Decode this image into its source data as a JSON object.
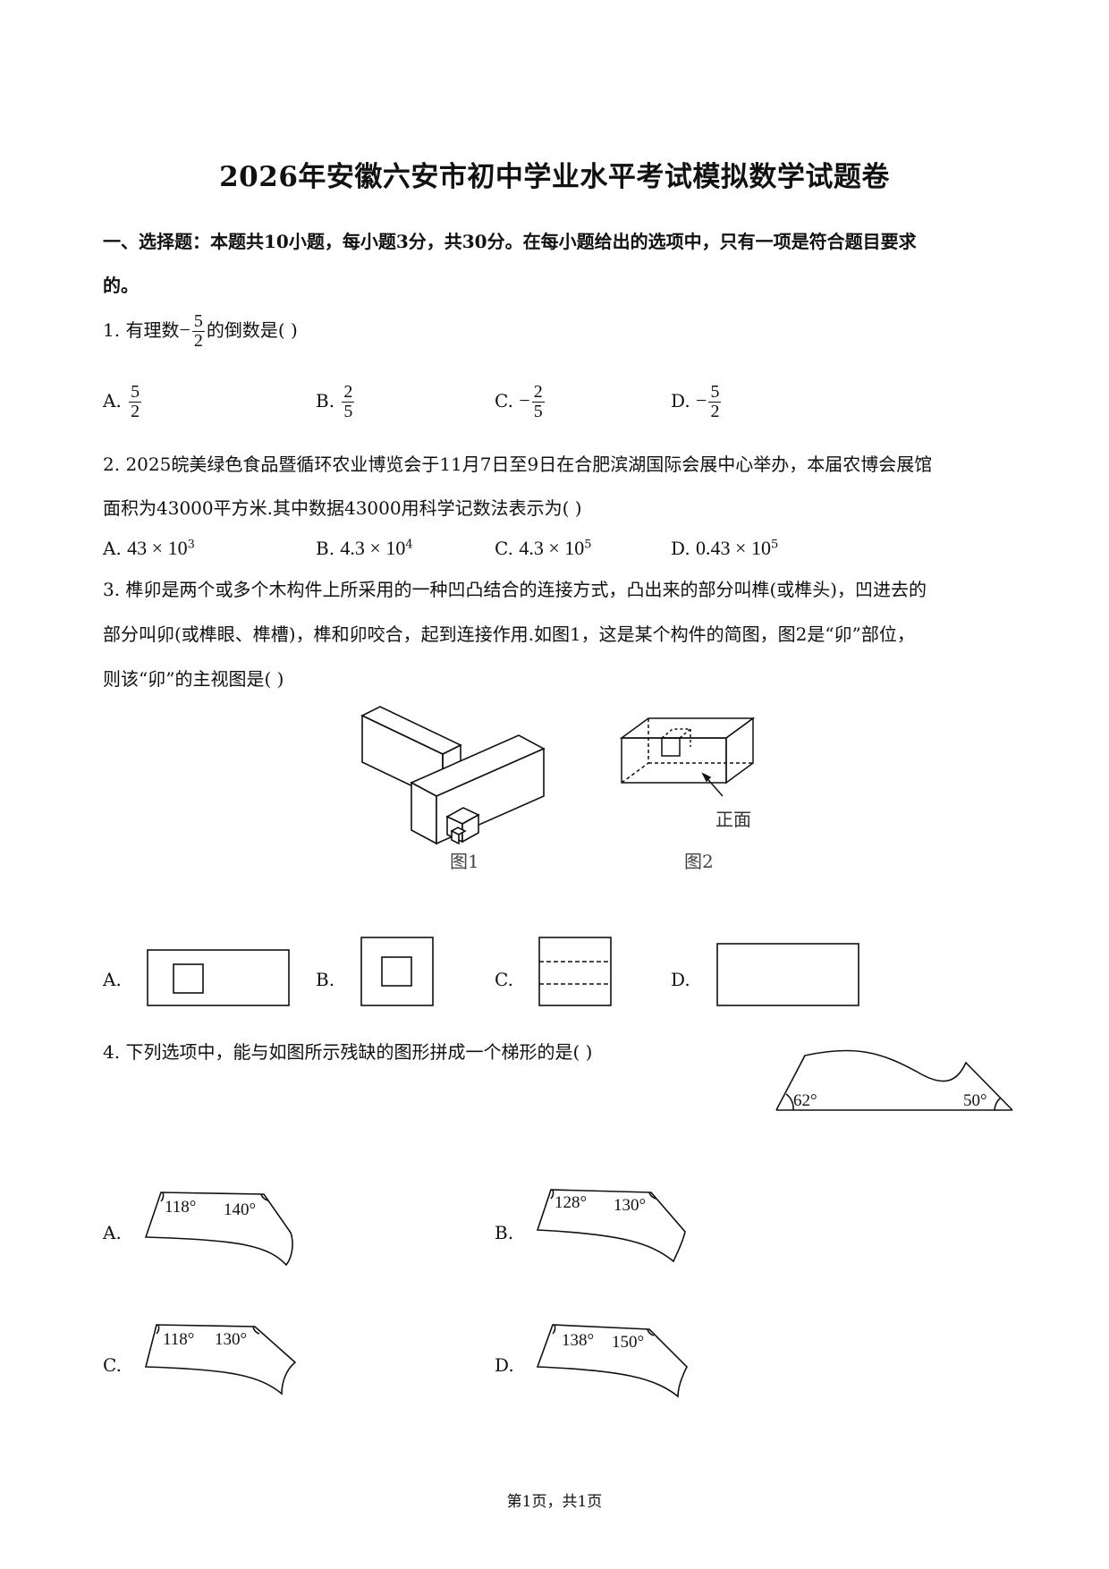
{
  "title": "2026年安徽六安市初中学业水平考试模拟数学试题卷",
  "section1": {
    "line1": "一、选择题：本题共10小题，每小题3分，共30分。在每小题给出的选项中，只有一项是符合题目要求",
    "line2": "的。"
  },
  "q1": {
    "prefix": "1. 有理数",
    "neg": "−",
    "num": "5",
    "den": "2",
    "suffix": "的倒数是(    )",
    "options": [
      {
        "label": "A.",
        "sign": "",
        "num": "5",
        "den": "2"
      },
      {
        "label": "B.",
        "sign": "",
        "num": "2",
        "den": "5"
      },
      {
        "label": "C.",
        "sign": "−",
        "num": "2",
        "den": "5"
      },
      {
        "label": "D.",
        "sign": "−",
        "num": "5",
        "den": "2"
      }
    ]
  },
  "q2": {
    "line1": "2. 2025皖美绿色食品暨循环农业博览会于11月7日至9日在合肥滨湖国际会展中心举办，本届农博会展馆",
    "line2": "面积为43000平方米.其中数据43000用科学记数法表示为(    )",
    "options": [
      {
        "label": "A.",
        "base": "43 × 10",
        "exp": "3"
      },
      {
        "label": "B.",
        "base": "4.3 × 10",
        "exp": "4"
      },
      {
        "label": "C.",
        "base": "4.3 × 10",
        "exp": "5"
      },
      {
        "label": "D.",
        "base": "0.43 × 10",
        "exp": "5"
      }
    ]
  },
  "q3": {
    "line1": "3. 榫卯是两个或多个木构件上所采用的一种凹凸结合的连接方式，凸出来的部分叫榫(或榫头)，凹进去的",
    "line2": "部分叫卯(或榫眼、榫槽)，榫和卯咬合，起到连接作用.如图1，这是某个构件的简图，图2是“卯”部位，",
    "line3": "则该“卯”的主视图是(    )",
    "fig1_caption": "图1",
    "fig2_caption": "图2",
    "front_label": "正面",
    "option_labels": [
      "A.",
      "B.",
      "C.",
      "D."
    ]
  },
  "q4": {
    "line1": "4. 下列选项中，能与如图所示残缺的图形拼成一个梯形的是(    )",
    "figure_angles": [
      "62°",
      "50°"
    ],
    "options": [
      {
        "label": "A.",
        "angles": [
          "118°",
          "140°"
        ]
      },
      {
        "label": "B.",
        "angles": [
          "128°",
          "130°"
        ]
      },
      {
        "label": "C.",
        "angles": [
          "118°",
          "130°"
        ]
      },
      {
        "label": "D.",
        "angles": [
          "138°",
          "150°"
        ]
      }
    ]
  },
  "footer": "第1页，共1页"
}
